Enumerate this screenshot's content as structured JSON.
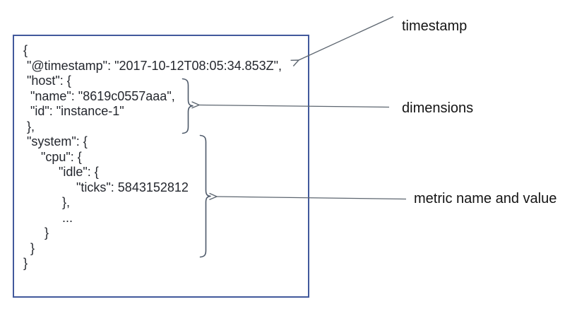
{
  "document": {
    "description_colors": {
      "box_border": "#42599c",
      "code_text": "#24272e",
      "arrow_line": "#5d6670",
      "brace": "#4d5969",
      "label_text": "#141414",
      "background": "#ffffff"
    },
    "lines": [
      "{",
      " \"@timestamp\": \"2017-10-12T08:05:34.853Z\",",
      " \"host\": {",
      "  \"name\": \"8619c0557aaa\",",
      "  \"id\": \"instance-1\"",
      " },",
      " \"system\": {",
      "     \"cpu\": {",
      "          \"idle\": {",
      "               \"ticks\": 5843152812",
      "           },",
      "           ...",
      "      }",
      "  }",
      "}"
    ]
  },
  "annotations": {
    "timestamp": {
      "label": "timestamp"
    },
    "dimensions": {
      "label": "dimensions"
    },
    "metric": {
      "label": "metric name and value"
    }
  }
}
